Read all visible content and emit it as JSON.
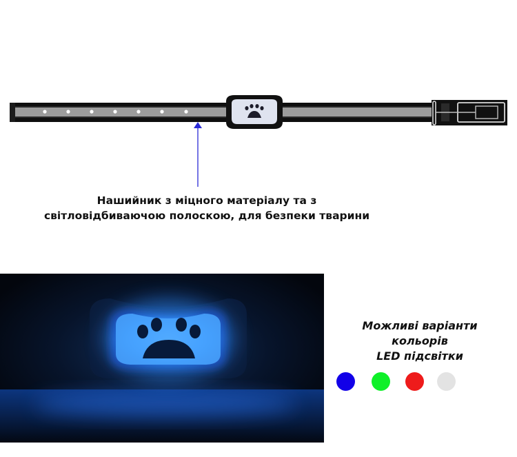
{
  "collar": {
    "caption_line1": "Нашийник з міцного матеріалу та з",
    "caption_line2": "світловідбиваючою полоскою, для безпеки тварини",
    "strap_color": "#0f0f0f",
    "reflective_stripe_color": "#9c9c9c",
    "device_face_color": "#dfe3ef",
    "pointer_color": "#2a2ad6",
    "device_icon": "paw-icon"
  },
  "led": {
    "caption_line1": "Можливі варіанти",
    "caption_line2": "кольорів",
    "caption_line3": "LED підсвітки",
    "glow_color": "#3aa2ff",
    "icon": "paw-icon",
    "color_options": [
      {
        "name": "blue",
        "color": "#1200e8"
      },
      {
        "name": "green",
        "color": "#0ff029"
      },
      {
        "name": "red",
        "color": "#ee1b1b"
      },
      {
        "name": "white",
        "color": "#e3e3e3"
      }
    ]
  }
}
